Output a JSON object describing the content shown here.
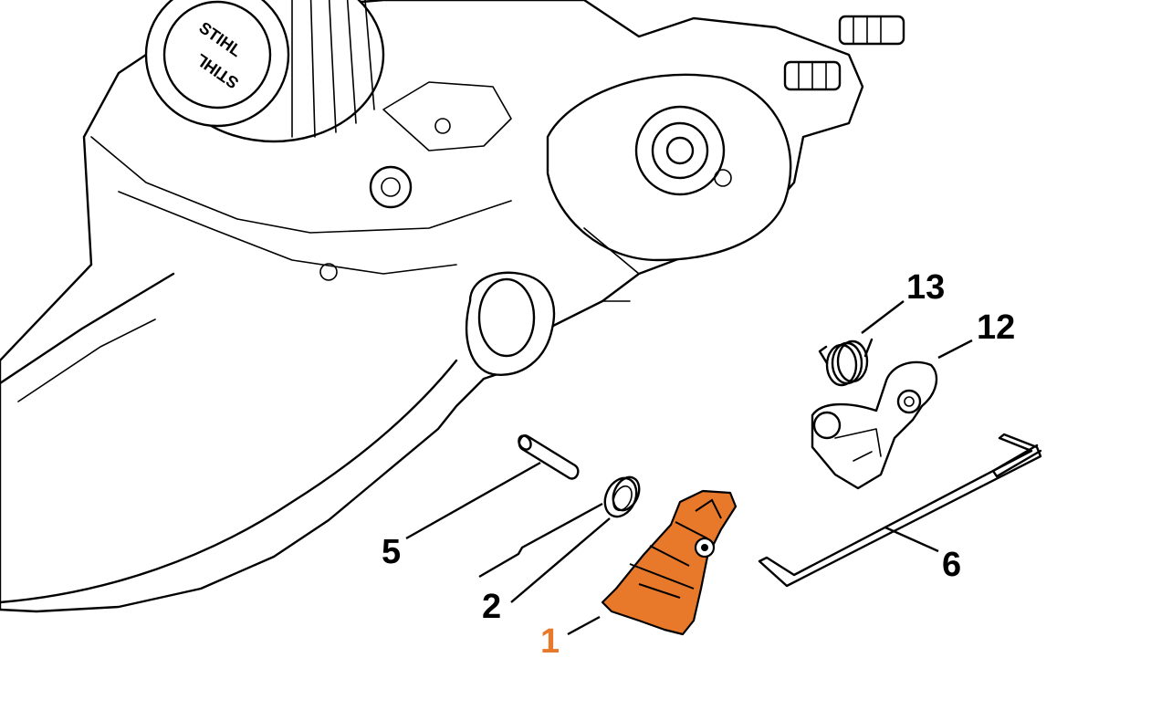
{
  "callouts": [
    {
      "id": "1",
      "label": "1",
      "highlighted": true
    },
    {
      "id": "2",
      "label": "2",
      "highlighted": false
    },
    {
      "id": "5",
      "label": "5",
      "highlighted": false
    },
    {
      "id": "6",
      "label": "6",
      "highlighted": false
    },
    {
      "id": "12",
      "label": "12",
      "highlighted": false
    },
    {
      "id": "13",
      "label": "13",
      "highlighted": false
    }
  ],
  "logo_text": "STIHL",
  "colors": {
    "highlight": "#e8792b",
    "line": "#000000",
    "background": "#ffffff"
  }
}
